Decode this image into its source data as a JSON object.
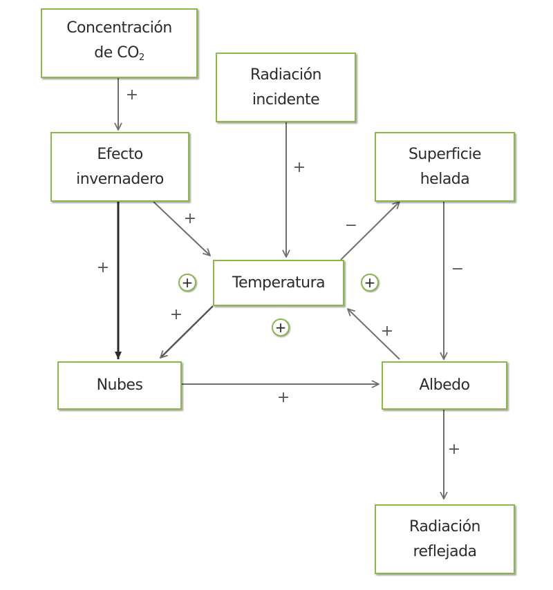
{
  "nodes": {
    "co2": {
      "line1": "Concentración",
      "line2_prefix": "de CO",
      "line2_sub": "2"
    },
    "radiacion_incidente": {
      "line1": "Radiación",
      "line2": "incidente"
    },
    "efecto_invernadero": {
      "line1": "Efecto",
      "line2": "invernadero"
    },
    "superficie_helada": {
      "line1": "Superficie",
      "line2": "helada"
    },
    "temperatura": {
      "label": "Temperatura"
    },
    "nubes": {
      "label": "Nubes"
    },
    "albedo": {
      "label": "Albedo"
    },
    "radiacion_reflejada": {
      "line1": "Radiación",
      "line2": "reflejada"
    }
  },
  "edges": [
    {
      "from": "co2",
      "to": "efecto_invernadero",
      "sign": "+"
    },
    {
      "from": "radiacion_incidente",
      "to": "temperatura",
      "sign": "+"
    },
    {
      "from": "efecto_invernadero",
      "to": "temperatura",
      "sign": "+"
    },
    {
      "from": "efecto_invernadero",
      "to": "nubes",
      "sign": "+"
    },
    {
      "from": "temperatura",
      "to": "superficie_helada",
      "sign": "−"
    },
    {
      "from": "superficie_helada",
      "to": "albedo",
      "sign": "−"
    },
    {
      "from": "temperatura",
      "to": "nubes",
      "sign": "+"
    },
    {
      "from": "nubes",
      "to": "albedo",
      "sign": "+"
    },
    {
      "from": "albedo",
      "to": "temperatura",
      "sign": "+"
    },
    {
      "from": "albedo",
      "to": "radiacion_reflejada",
      "sign": "+"
    }
  ],
  "loops": {
    "left": "+",
    "right": "+",
    "bottom": "+"
  },
  "colors": {
    "border": "#8cb84a",
    "arrow": "#6e6e6e",
    "text": "#2b2b2b"
  }
}
